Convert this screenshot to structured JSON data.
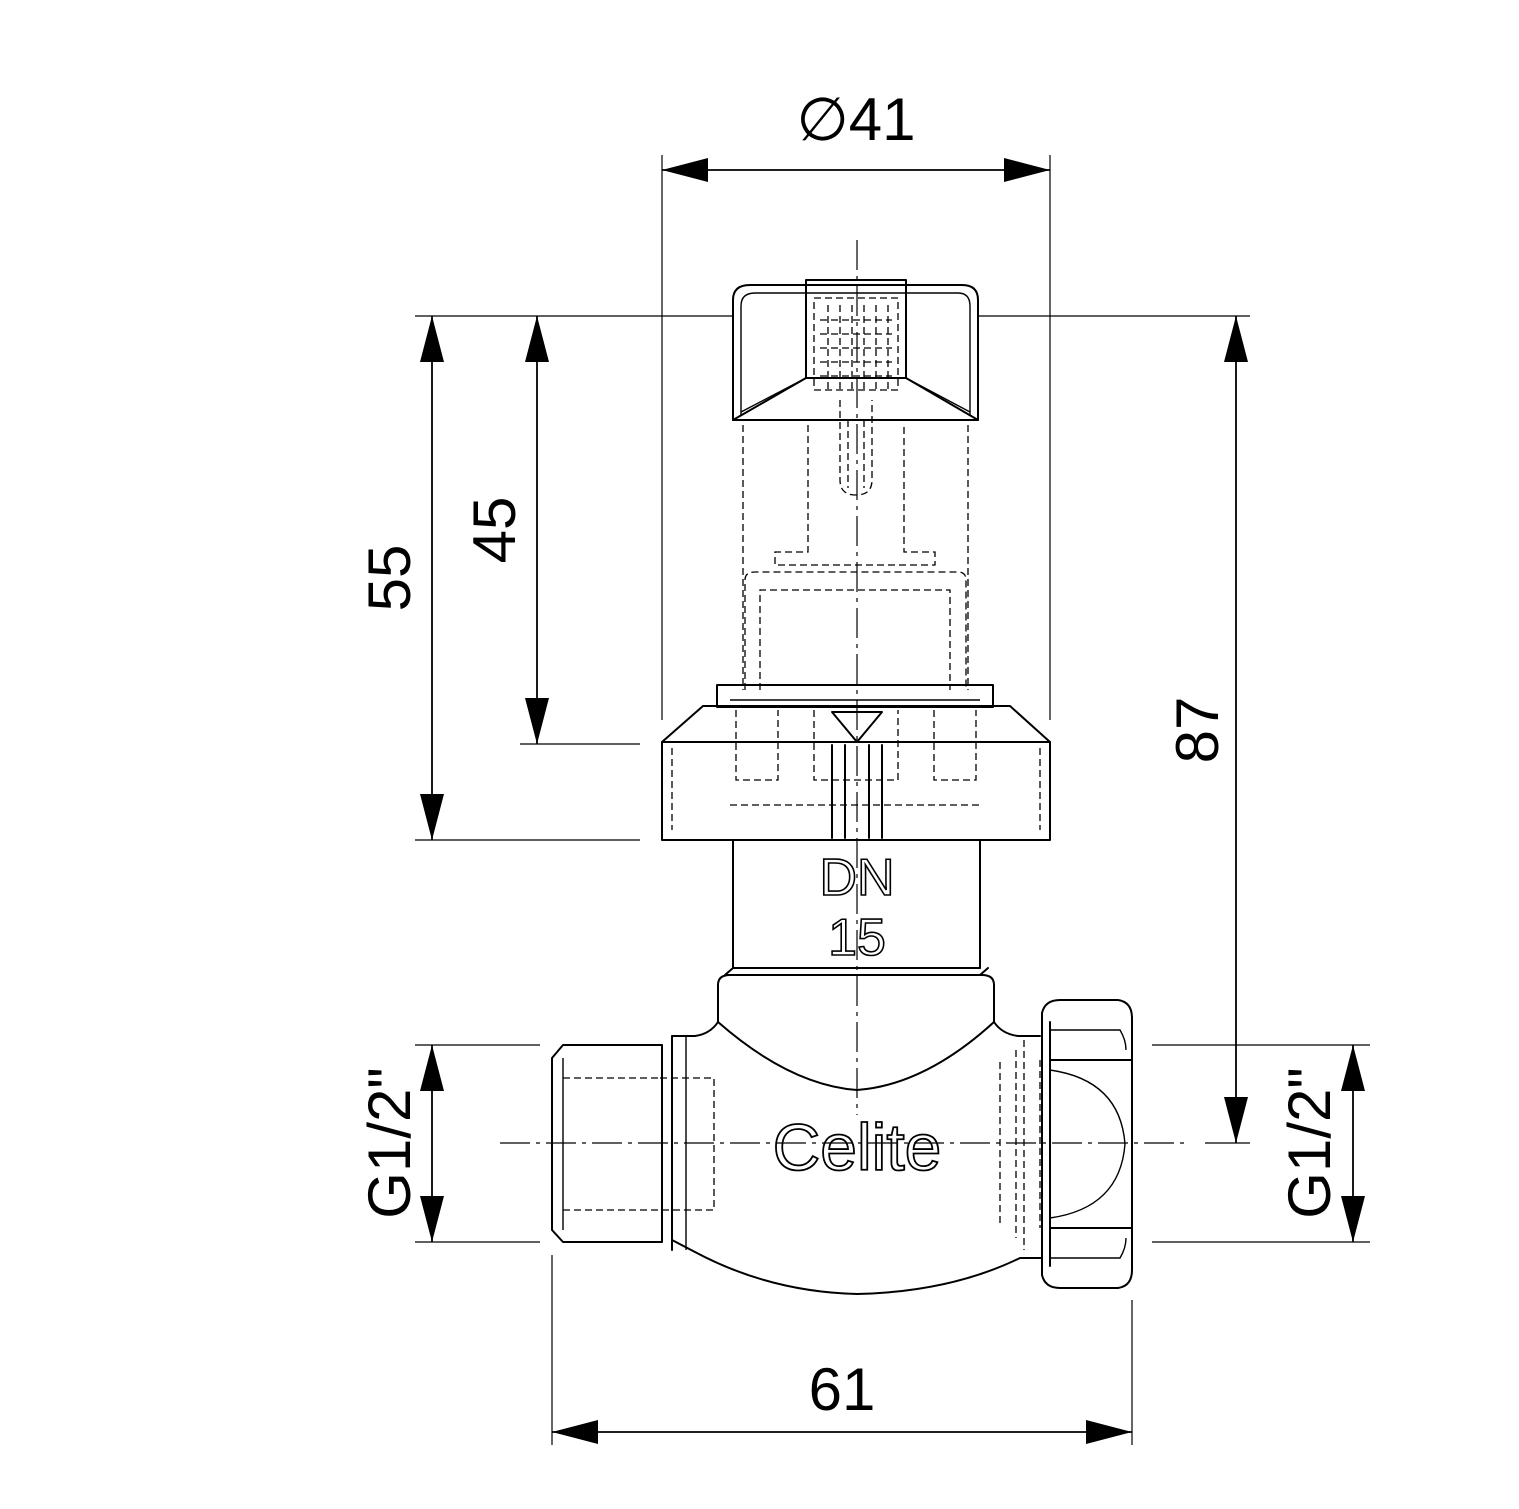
{
  "drawing": {
    "dimensions": {
      "width": "∅41",
      "cap_height": "45",
      "head_height": "55",
      "overall_height": "87",
      "inlet_thread": "G1/2\"",
      "outlet_thread": "G1/2\"",
      "body_length": "61"
    },
    "markings": {
      "size_top": "DN",
      "size_bottom": "15",
      "brand": "Celite"
    }
  }
}
